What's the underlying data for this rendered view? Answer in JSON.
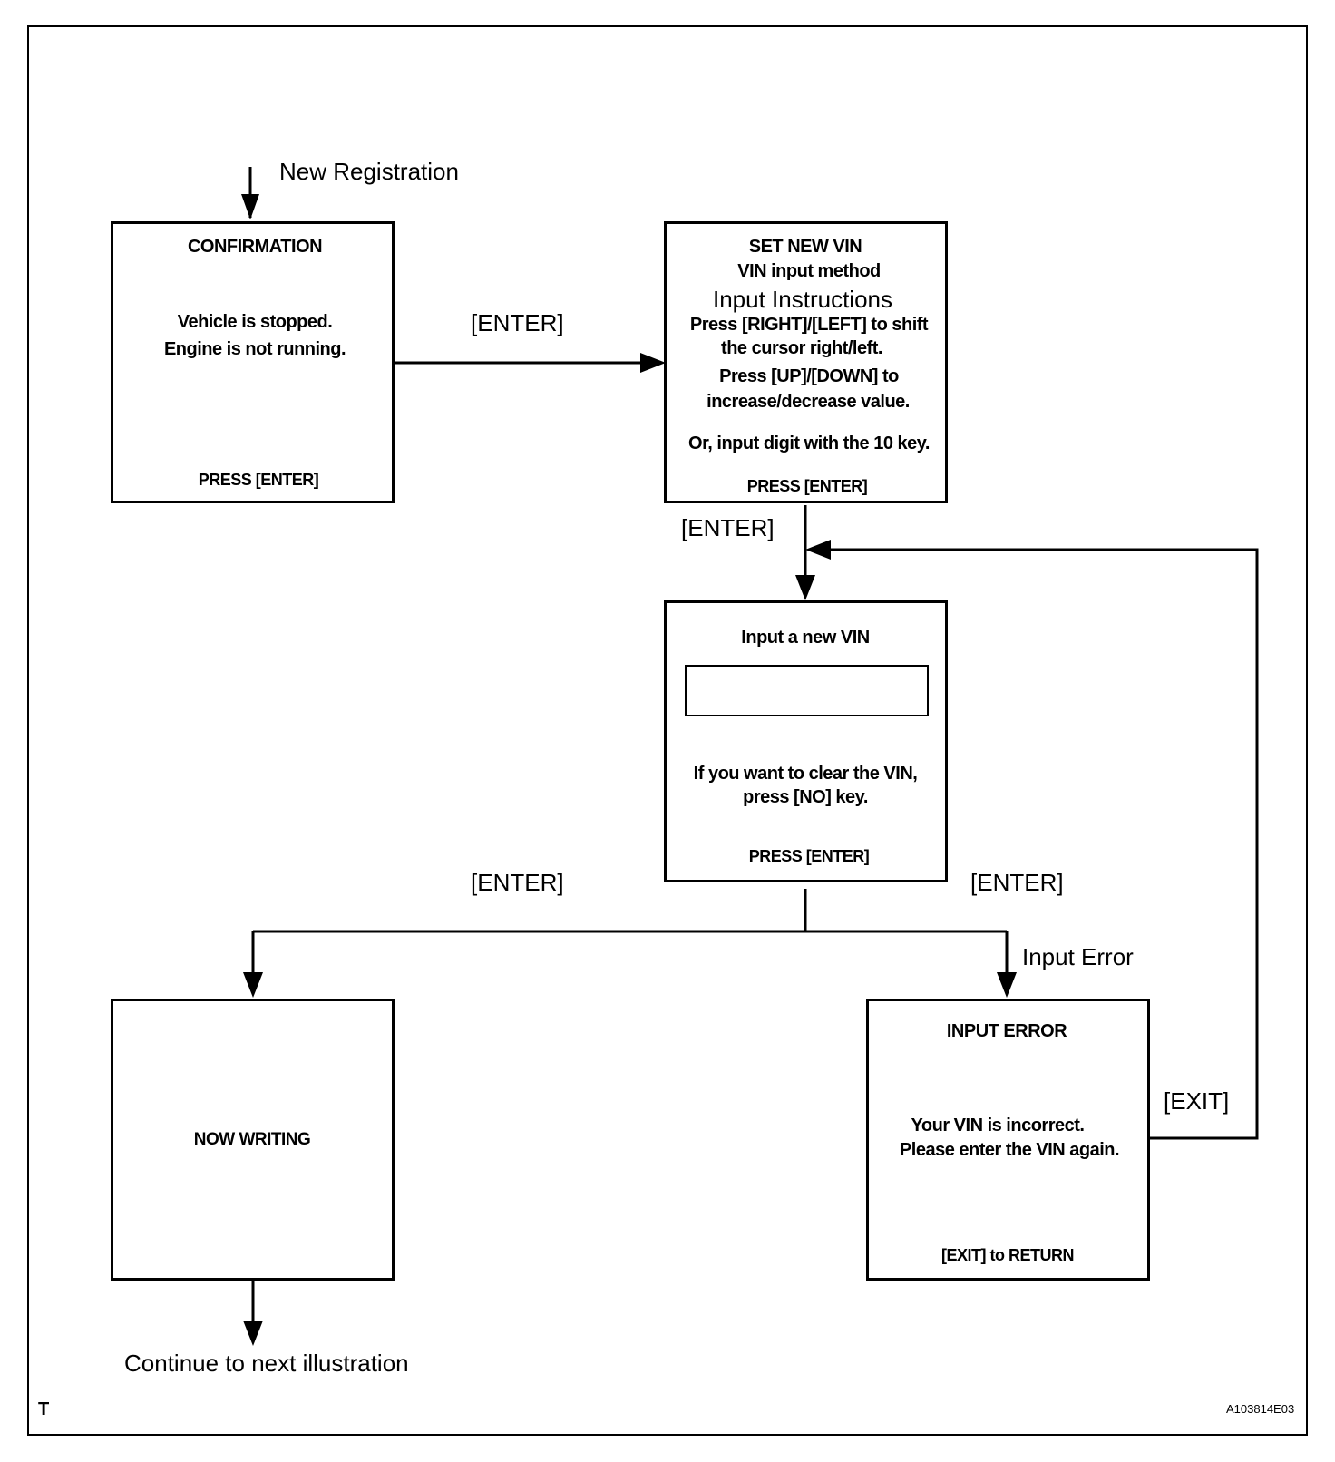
{
  "labels": {
    "new_registration": "New Registration",
    "enter_1": "[ENTER]",
    "enter_2": "[ENTER]",
    "enter_3": "[ENTER]",
    "enter_4": "[ENTER]",
    "input_error": "Input Error",
    "exit": "[EXIT]",
    "continue": "Continue to next illustration",
    "corner_t": "T",
    "figure_code": "A103814E03"
  },
  "confirmation": {
    "title": "CONFIRMATION",
    "line1": "Vehicle is stopped.",
    "line2": "Engine is not running.",
    "footer": "PRESS [ENTER]"
  },
  "set_new_vin": {
    "title": "SET NEW VIN",
    "subtitle": "VIN input method",
    "instructions_heading": "Input Instructions",
    "line1": "Press [RIGHT]/[LEFT] to shift",
    "line2": "the cursor right/left.",
    "line3": "Press [UP]/[DOWN]  to",
    "line4": "increase/decrease value.",
    "line5": "Or, input digit with the 10 key.",
    "footer": "PRESS [ENTER]"
  },
  "input_new_vin": {
    "title": "Input a new VIN",
    "field_value": "",
    "line1": "If you want to clear the VIN,",
    "line2": "press [NO] key.",
    "footer": "PRESS [ENTER]"
  },
  "now_writing": {
    "title": "NOW WRITING"
  },
  "input_error_box": {
    "title": "INPUT  ERROR",
    "line1": "Your VIN is incorrect.",
    "line2": "Please enter the VIN again.",
    "footer": "[EXIT] to RETURN"
  }
}
